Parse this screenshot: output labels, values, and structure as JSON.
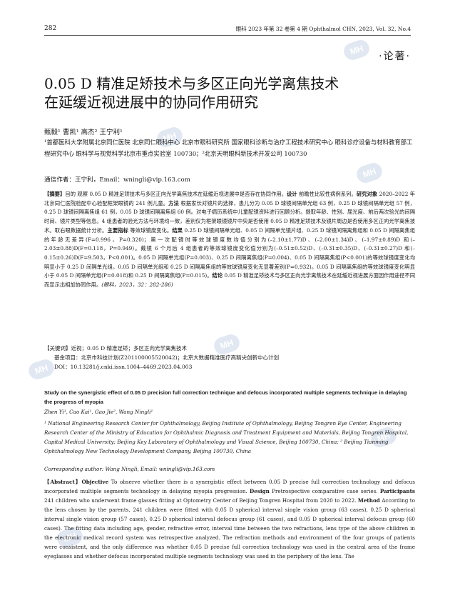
{
  "header": {
    "page_number": "282",
    "journal": "眼科 2023 年第 32 卷第 4 期  Ophthalmol CHN, 2023, Vol. 32, No.4"
  },
  "section_label": "·论著·",
  "title_line1": "0.05 D 精准足矫技术与多区正向光学离焦技术",
  "title_line2": "在延缓近视进展中的协同作用研究",
  "authors": "甄毅¹  曹凯¹  高杰²  王宁利¹",
  "affiliation": "¹首都医科大学附属北京同仁医院 北京同仁眼科中心 北京市眼科研究所 国家眼科诊断与治疗工程技术研究中心 眼科诊疗设备与材料教育部工程研究中心 眼科学与视觉科学北京市重点实验室 100730；²北京天明眼科新技术开发公司 100730",
  "corresponding": "通信作者：王宁利，Email：wningli@vip.163.com",
  "abstract_cn": {
    "head": "【摘要】",
    "p1": "目的 观察 0.05 D 精准足矫技术与多区正向光学离焦技术在延缓近视进展中是否存在协同作用。",
    "design_label": "设计",
    "design": "前瞻性比较性病例系列。",
    "subjects_label": "研究对象",
    "subjects": "2020–2022 年北京同仁医院验配中心验配框架眼镜的 241 例儿童。",
    "method_label": "方法",
    "method": "根据家长对镜片的选择，患儿分为 0.05 D 球镜间隔单光组 63 例，0.25 D 球镜间隔单光组 57 例，0.25 D 球镜间隔离焦组 61 例，0.05 D 球镜间隔离焦组 60 例。对电子病历系统中儿童配镜资料进行回顾分析。提取年龄、性别、屈光度、前后两次验光的间隔时间、镜片类型等信息。4 组患者的验光方法与环境均一致，差别仅为框架眼镜镜片中央是否使用 0.05 D 精准足矫技术及镜片周边是否使用多区正向光学离焦技术。取右眼数据统计分析。",
    "outcome_label": "主要指标",
    "outcome": "等效球镜度变化。",
    "results_label": "结果",
    "results": "0.25 D 球镜间隔单光组、0.05 D 间隔单光镜片组、0.25 D 球镜间隔离焦组和 0.05 D 间隔离焦组的年龄无差异(F=0.996，P=0.320)；第一次配镜时等效球镜度数均值分别为(–2.10±1.77)D、(–2.00±1.34)D、(–1.97±0.89)D 和(–2.03±0.88)D(F=0.118，P=0.949)。戴镜 6 个月后 4 组患者的等效球镜度变化值分别为(–0.51±0.52)D、(–0.31±0.35)D、(–0.31±0.27)D 和(–0.15±0.26)D(F=9.503，P<0.001)。0.05 D 间隔单光组(P=0.003)、0.25 D 间隔离焦组(P=0.004)、0.05 D 间隔离焦组(P<0.001)的等效球镜度变化均明显小于 0.25 D 间隔单光组。0.05 D 间隔单光组和 0.25 D 间隔离焦组的等效球镜度变化无显著差别(P=0.932)。0.05 D 间隔离焦组的等效球镜度变化明显小于 0.05 D 间隔单光组(P=0.018)和 0.25 D 间隔离焦组(P=0.015)。",
    "conclusion_label": "结论",
    "conclusion": "0.05 D 精准足矫技术与多区正向光学离焦技术在延缓近视进展方面因作用途径不同而显示出相加协同作用。",
    "cite": "(眼科，2023，32：282-286)"
  },
  "keywords_cn": "【关键词】近视；0.05 D 精准足矫；多区正向光学离焦技术",
  "funding": "基金项目：北京市科技计划(Z201100005520042)；北京大数据精准医疗高精尖创新中心计划",
  "doi": "DOI：10.13281/j.cnki.issn.1004–4469.2023.04.003",
  "en_title": "Study on the synergistic effect of 0.05 D precision full correction technique and defocus incorporated multiple segments technique in delaying the progress of myopia",
  "en_authors": "Zhen Yi¹, Cao Kai¹, Gao Jie², Wang Ningli¹",
  "en_affiliation": "¹ National Engineering Research Center for Ophthalmology, Beijing Institute of Ophthalmology, Beijing Tongren Eye Center, Engineering Research Center of the Ministry of Education for Ophthalmic Diagnosis and Treatment Equipment and Materials, Beijing Tongren Hospital, Capital Medical University; Beijing Key Laboratory of Ophthalmology and Visual Science, Beijing 100730, China; ² Beijing Tianming Ophthalmology New Technology Development Company, Beijing 100730, China",
  "en_corresponding": "Corresponding author: Wang Ningli, Email: wningli@vip.163.com",
  "en_abstract": {
    "head": "【Abstract】",
    "objective_label": "Objective",
    "objective": "To observe whether there is a synergistic effect between 0.05 D precise full correction technology and defocus incorporated multiple segments technology in delaying myopia progression.",
    "design_label": "Design",
    "design": "Pretrospective comparative case series.",
    "participants_label": "Participants",
    "participants": "241 children who underwent frame glasses fitting at Optometry Center of Beijing Tongren Hospital from 2020 to 2022.",
    "method_label": "Method",
    "method": "According to the lens chosen by the parents, 241 children were fitted with 0.05 D spherical interval single vision group (63 cases), 0.25 D spherical interval single vision group (57 cases), 0.25 D spherical interval defocus group (61 cases), and 0.05 D spherical interval defocus group (60 cases). The fitting data including age, gender, refractive error, interval time between the two refractions, lens type of the above children in the electronic medical record system was retrospective analyzed. The refraction methods and environment of the four groups of patients were consistent, and the only difference was whether 0.05 D precise full correction technology was used in the central area of the frame eyeglasses and whether defocus incorporated multiple segments technology was used in the periphery of the lens. The"
  },
  "watermark": "MH"
}
